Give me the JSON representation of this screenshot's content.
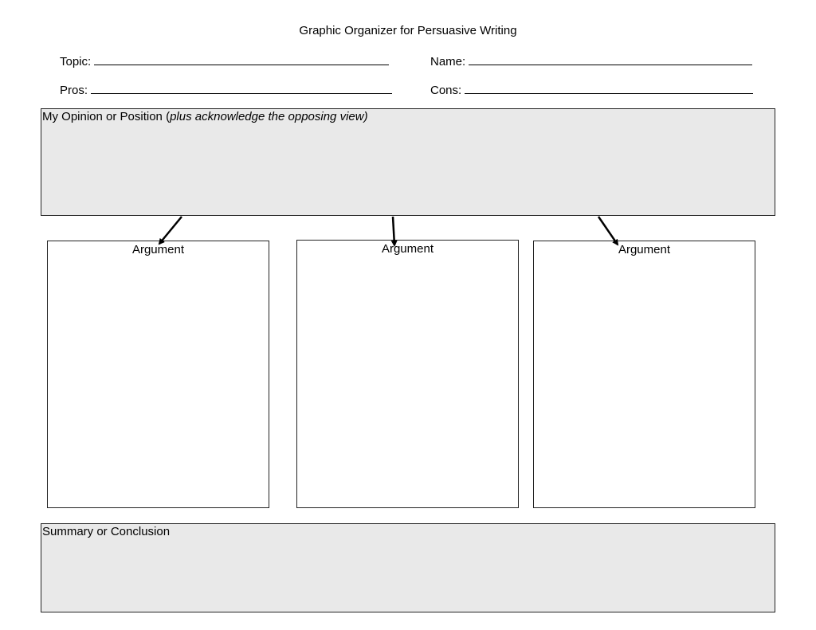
{
  "title": "Graphic Organizer for Persuasive Writing",
  "fields": {
    "topic_label": "Topic:",
    "name_label": "Name:",
    "pros_label": "Pros:",
    "cons_label": "Cons:"
  },
  "opinion": {
    "label_prefix": "My Opinion or Position (",
    "label_italic": "plus acknowledge the opposing view)"
  },
  "arguments": [
    {
      "label": "Argument"
    },
    {
      "label": "Argument"
    },
    {
      "label": "Argument"
    }
  ],
  "summary": {
    "label": "Summary or Conclusion"
  },
  "colors": {
    "shaded_box": "#e9e9e9",
    "border": "#222222"
  }
}
